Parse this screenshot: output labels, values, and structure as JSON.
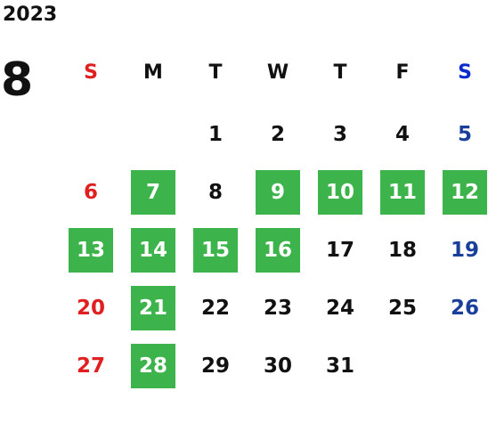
{
  "year": "2023",
  "month": "8",
  "weekdays": [
    "S",
    "M",
    "T",
    "W",
    "T",
    "F",
    "S"
  ],
  "colors": {
    "highlight": "#3cb44b",
    "sunday": "#e02020",
    "saturday": "#1a3f9a"
  },
  "weeks": [
    [
      null,
      null,
      {
        "day": "1"
      },
      {
        "day": "2"
      },
      {
        "day": "3"
      },
      {
        "day": "4"
      },
      {
        "day": "5"
      }
    ],
    [
      {
        "day": "6"
      },
      {
        "day": "7",
        "highlight": true
      },
      {
        "day": "8"
      },
      {
        "day": "9",
        "highlight": true
      },
      {
        "day": "10",
        "highlight": true
      },
      {
        "day": "11",
        "highlight": true
      },
      {
        "day": "12",
        "highlight": true
      }
    ],
    [
      {
        "day": "13",
        "highlight": true
      },
      {
        "day": "14",
        "highlight": true
      },
      {
        "day": "15",
        "highlight": true
      },
      {
        "day": "16",
        "highlight": true
      },
      {
        "day": "17"
      },
      {
        "day": "18"
      },
      {
        "day": "19"
      }
    ],
    [
      {
        "day": "20"
      },
      {
        "day": "21",
        "highlight": true
      },
      {
        "day": "22"
      },
      {
        "day": "23"
      },
      {
        "day": "24"
      },
      {
        "day": "25"
      },
      {
        "day": "26"
      }
    ],
    [
      {
        "day": "27"
      },
      {
        "day": "28",
        "highlight": true
      },
      {
        "day": "29"
      },
      {
        "day": "30"
      },
      {
        "day": "31"
      },
      null,
      null
    ]
  ]
}
